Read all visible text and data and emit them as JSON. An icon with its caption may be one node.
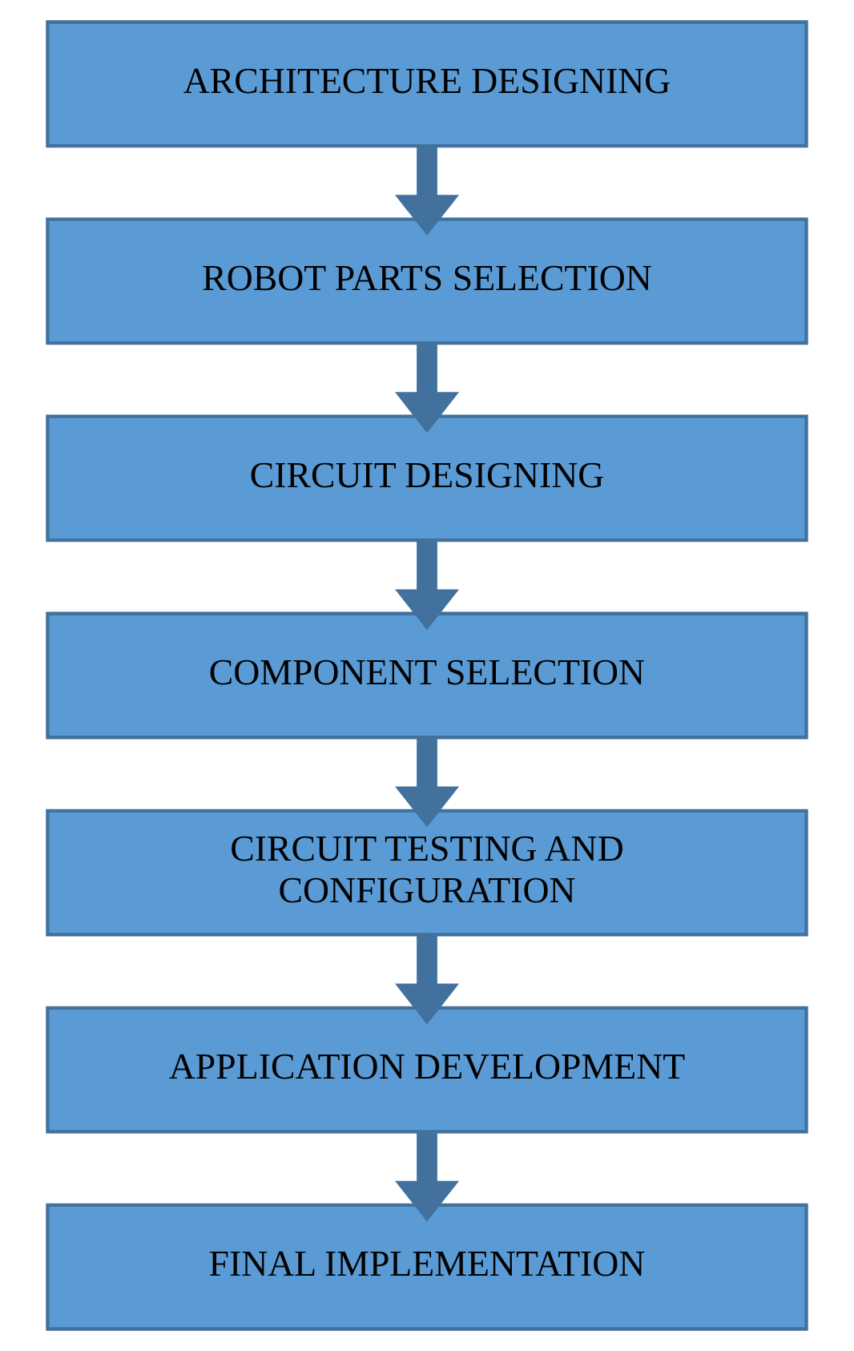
{
  "diagram": {
    "nodes": [
      {
        "text": [
          "ARCHITECTURE DESIGNING"
        ]
      },
      {
        "text": [
          "ROBOT PARTS SELECTION"
        ]
      },
      {
        "text": [
          "CIRCUIT DESIGNING"
        ]
      },
      {
        "text": [
          "COMPONENT SELECTION"
        ]
      },
      {
        "text": [
          "CIRCUIT TESTING AND CONFIGURATION"
        ]
      },
      {
        "text": [
          "APPLICATION DEVELOPMENT"
        ]
      },
      {
        "text": [
          "FINAL IMPLEMENTATION"
        ]
      }
    ],
    "edges": [
      {
        "from": 0,
        "to": 1,
        "arrow": "to"
      },
      {
        "from": 1,
        "to": 2,
        "arrow": "to"
      },
      {
        "from": 2,
        "to": 3,
        "arrow": "to"
      },
      {
        "from": 3,
        "to": 4,
        "arrow": "to"
      },
      {
        "from": 4,
        "to": 5,
        "arrow": "to"
      },
      {
        "from": 5,
        "to": 6,
        "arrow": "to"
      }
    ]
  }
}
